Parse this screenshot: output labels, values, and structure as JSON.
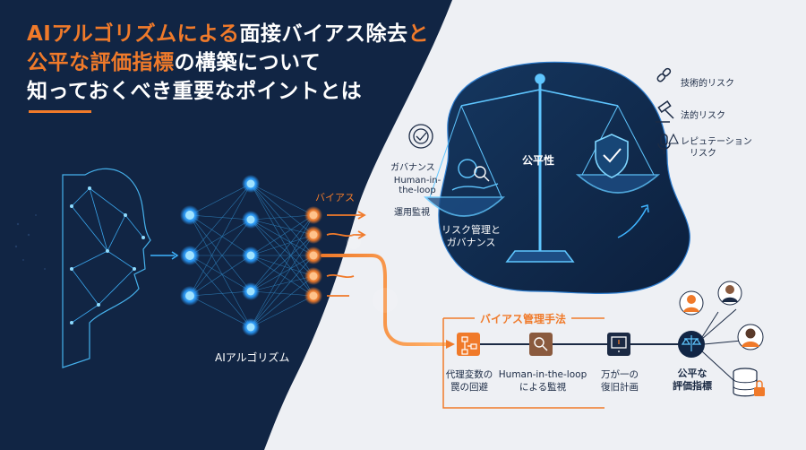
{
  "title": {
    "line1_part1": "AIアルゴリズムによる",
    "line1_part2": "面接バイアス除去",
    "line1_part3": "と",
    "line2_part1": "公平な評価指標",
    "line2_part2": "の構築について",
    "line3": "知っておくべき重要なポイントとは"
  },
  "network": {
    "label": "AIアルゴリズム",
    "bias_label": "バイアス"
  },
  "scale": {
    "center_label": "公平性",
    "left_labels": {
      "governance": "ガバナンス",
      "hitl_line1": "Human-in-",
      "hitl_line2": "the-loop",
      "operation": "運用監視",
      "risk_line1": "リスク管理と",
      "risk_line2": "ガバナンス"
    },
    "risks": {
      "technical": "技術的リスク",
      "legal": "法的リスク",
      "reputation_line1": "レピュテーション",
      "reputation_line2": "リスク"
    }
  },
  "method": {
    "title": "バイアス管理手法",
    "steps": [
      {
        "line1": "代理変数の",
        "line2": "罠の回避",
        "icon": "flowchart-icon"
      },
      {
        "line1": "Human-in-the-loop",
        "line2": "による監視",
        "icon": "magnifier-person-icon"
      },
      {
        "line1": "万が一の",
        "line2": "復旧計画",
        "icon": "alert-monitor-icon"
      }
    ],
    "final_line1": "公平な",
    "final_line2": "評価指標"
  },
  "colors": {
    "navy": "#112544",
    "accent_orange": "#f07a2a",
    "accent_blue": "#3fb4ff",
    "panel_bg": "#eef0f4"
  }
}
